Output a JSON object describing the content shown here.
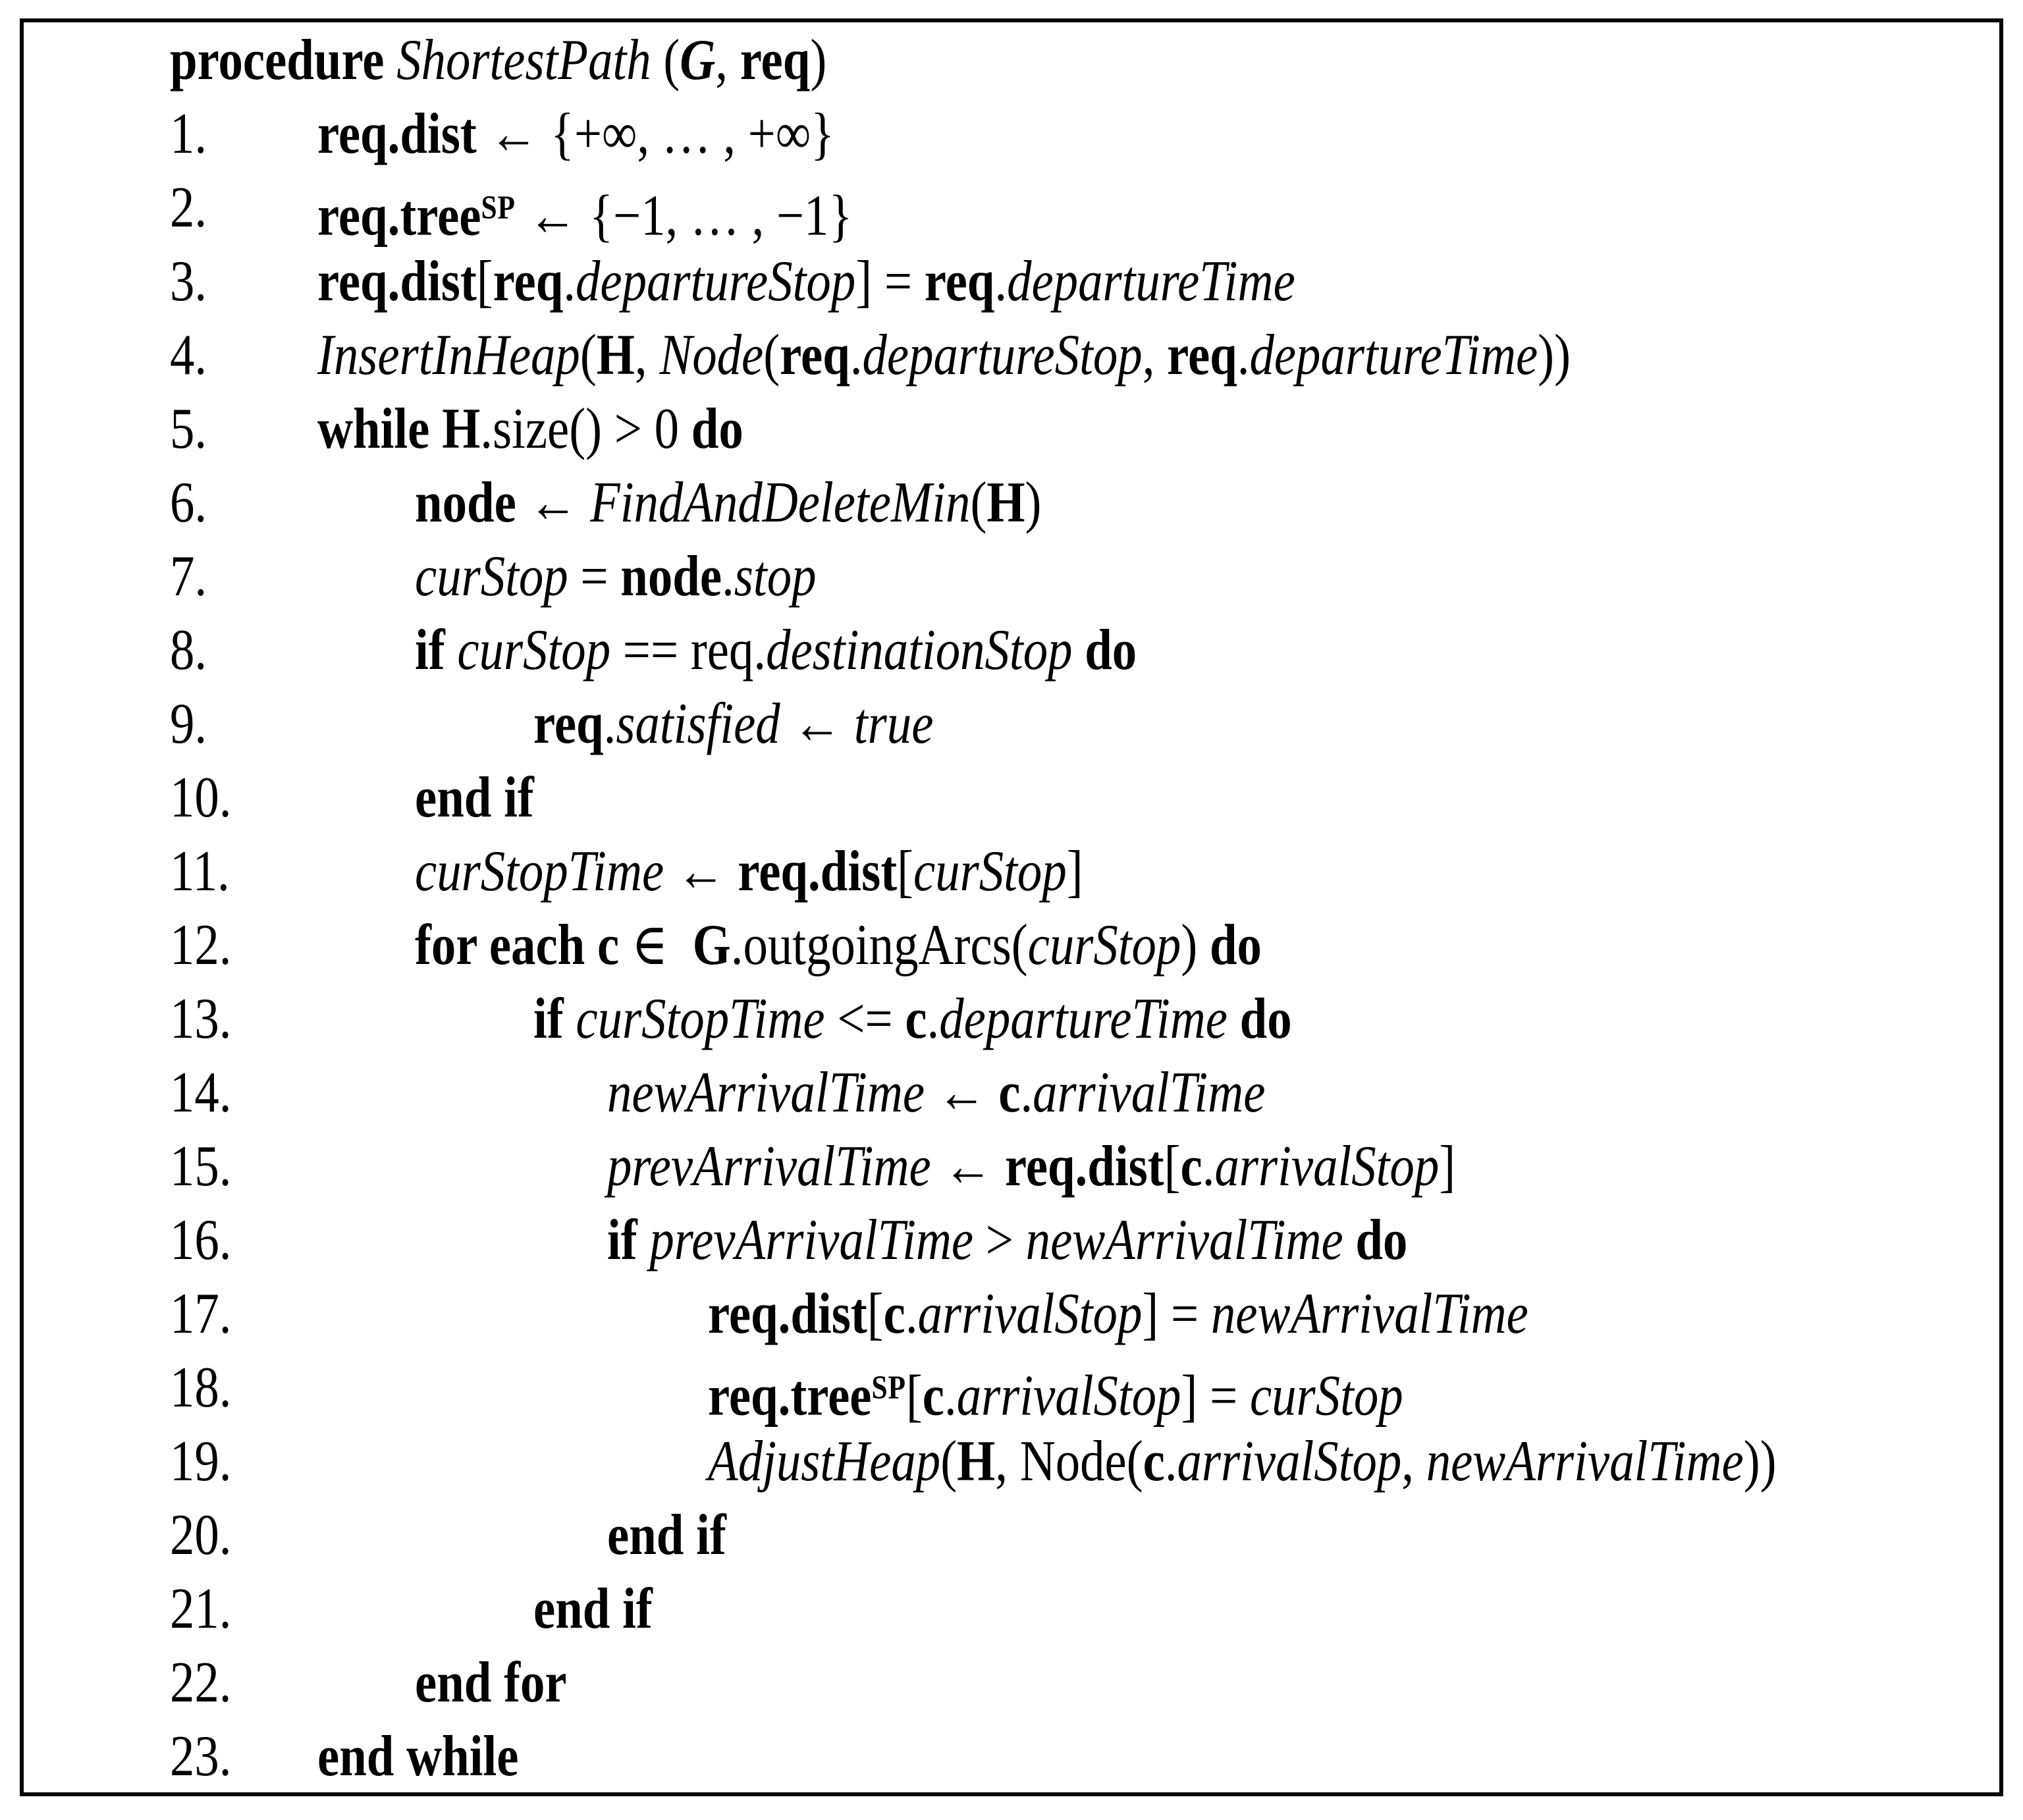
{
  "figure": {
    "type": "algorithm-pseudocode",
    "algorithm_name": "ShortestPath",
    "colors": {
      "background": "#ffffff",
      "border": "#000000",
      "text": "#000000"
    },
    "lines": [
      {
        "num": "",
        "indent": 0,
        "segs": [
          [
            "b",
            "procedure "
          ],
          [
            "i",
            "ShortestPath"
          ],
          [
            "r",
            " ("
          ],
          [
            "bi",
            "G"
          ],
          [
            "r",
            ", "
          ],
          [
            "b",
            "req"
          ],
          [
            "r",
            ")"
          ]
        ]
      },
      {
        "num": "1.",
        "indent": 1,
        "segs": [
          [
            "b",
            "req.dist"
          ],
          [
            "r",
            " ← {+∞, … , +∞}"
          ]
        ]
      },
      {
        "num": "2.",
        "indent": 1,
        "segs": [
          [
            "b",
            "req.tree"
          ],
          [
            "bs",
            "SP"
          ],
          [
            "r",
            " ← {−1, … , −1}"
          ]
        ]
      },
      {
        "num": "3.",
        "indent": 1,
        "segs": [
          [
            "b",
            "req.dist"
          ],
          [
            "r",
            "["
          ],
          [
            "b",
            "req"
          ],
          [
            "r",
            "."
          ],
          [
            "i",
            "departureStop"
          ],
          [
            "r",
            "] = "
          ],
          [
            "b",
            "req"
          ],
          [
            "r",
            "."
          ],
          [
            "i",
            "departureTime"
          ]
        ]
      },
      {
        "num": "4.",
        "indent": 1,
        "segs": [
          [
            "i",
            "InsertInHeap"
          ],
          [
            "r",
            "("
          ],
          [
            "b",
            "H"
          ],
          [
            "r",
            ", "
          ],
          [
            "i",
            "Node"
          ],
          [
            "r",
            "("
          ],
          [
            "b",
            "req"
          ],
          [
            "r",
            "."
          ],
          [
            "i",
            "departureStop"
          ],
          [
            "r",
            ", "
          ],
          [
            "b",
            "req"
          ],
          [
            "r",
            "."
          ],
          [
            "i",
            "departureTime"
          ],
          [
            "r",
            "))"
          ]
        ]
      },
      {
        "num": "5.",
        "indent": 1,
        "segs": [
          [
            "b",
            "while H"
          ],
          [
            "r",
            ".size() > 0 "
          ],
          [
            "b",
            "do"
          ]
        ]
      },
      {
        "num": "6.",
        "indent": 2,
        "segs": [
          [
            "b",
            "node"
          ],
          [
            "r",
            " ← "
          ],
          [
            "i",
            "FindAndDeleteMin"
          ],
          [
            "r",
            "("
          ],
          [
            "b",
            "H"
          ],
          [
            "r",
            ")"
          ]
        ]
      },
      {
        "num": "7.",
        "indent": 2,
        "segs": [
          [
            "i",
            "curStop"
          ],
          [
            "r",
            " = "
          ],
          [
            "b",
            "node"
          ],
          [
            "r",
            "."
          ],
          [
            "i",
            "stop"
          ]
        ]
      },
      {
        "num": "8.",
        "indent": 2,
        "segs": [
          [
            "b",
            "if "
          ],
          [
            "i",
            "curStop"
          ],
          [
            "r",
            " == req."
          ],
          [
            "i",
            "destinationStop"
          ],
          [
            "b",
            " do"
          ]
        ]
      },
      {
        "num": "9.",
        "indent": 3,
        "segs": [
          [
            "b",
            "req"
          ],
          [
            "r",
            "."
          ],
          [
            "i",
            "satisfied"
          ],
          [
            "r",
            " ← "
          ],
          [
            "i",
            "true"
          ]
        ]
      },
      {
        "num": "10.",
        "indent": 2,
        "segs": [
          [
            "b",
            "end if"
          ]
        ]
      },
      {
        "num": "11.",
        "indent": 2,
        "segs": [
          [
            "i",
            "curStopTime"
          ],
          [
            "r",
            " ← "
          ],
          [
            "b",
            "req.dist"
          ],
          [
            "r",
            "["
          ],
          [
            "i",
            "curStop"
          ],
          [
            "r",
            "]"
          ]
        ]
      },
      {
        "num": "12.",
        "indent": 2,
        "segs": [
          [
            "b",
            "for each c"
          ],
          [
            "r",
            " ∈  "
          ],
          [
            "b",
            "G"
          ],
          [
            "r",
            ".outgoingArcs("
          ],
          [
            "i",
            "curStop"
          ],
          [
            "r",
            ") "
          ],
          [
            "b",
            "do"
          ]
        ]
      },
      {
        "num": "13.",
        "indent": 3,
        "segs": [
          [
            "b",
            "if "
          ],
          [
            "i",
            "curStopTime"
          ],
          [
            "r",
            " <= "
          ],
          [
            "b",
            "c"
          ],
          [
            "r",
            "."
          ],
          [
            "i",
            "departureTime"
          ],
          [
            "b",
            " do"
          ]
        ]
      },
      {
        "num": "14.",
        "indent": 4,
        "segs": [
          [
            "i",
            "newArrivalTime"
          ],
          [
            "r",
            " ← "
          ],
          [
            "b",
            "c"
          ],
          [
            "r",
            "."
          ],
          [
            "i",
            "arrivalTime"
          ]
        ]
      },
      {
        "num": "15.",
        "indent": 4,
        "segs": [
          [
            "i",
            "prevArrivalTime"
          ],
          [
            "r",
            " ← "
          ],
          [
            "b",
            "req.dist"
          ],
          [
            "r",
            "["
          ],
          [
            "b",
            "c"
          ],
          [
            "r",
            "."
          ],
          [
            "i",
            "arrivalStop"
          ],
          [
            "r",
            "]"
          ]
        ]
      },
      {
        "num": "16.",
        "indent": 4,
        "segs": [
          [
            "b",
            "if "
          ],
          [
            "i",
            "prevArrivalTime"
          ],
          [
            "r",
            " > "
          ],
          [
            "i",
            "newArrivalTime"
          ],
          [
            "b",
            " do"
          ]
        ]
      },
      {
        "num": "17.",
        "indent": 5,
        "segs": [
          [
            "b",
            "req.dist"
          ],
          [
            "r",
            "["
          ],
          [
            "b",
            "c"
          ],
          [
            "r",
            "."
          ],
          [
            "i",
            "arrivalStop"
          ],
          [
            "r",
            "] = "
          ],
          [
            "i",
            "newArrivalTime"
          ]
        ]
      },
      {
        "num": "18.",
        "indent": 5,
        "segs": [
          [
            "b",
            "req.tree"
          ],
          [
            "bs",
            "SP"
          ],
          [
            "r",
            "["
          ],
          [
            "b",
            "c"
          ],
          [
            "r",
            "."
          ],
          [
            "i",
            "arrivalStop"
          ],
          [
            "r",
            "] = "
          ],
          [
            "i",
            "curStop"
          ]
        ]
      },
      {
        "num": "19.",
        "indent": 5,
        "segs": [
          [
            "i",
            "AdjustHeap"
          ],
          [
            "r",
            "("
          ],
          [
            "b",
            "H"
          ],
          [
            "r",
            ", Node("
          ],
          [
            "b",
            "c"
          ],
          [
            "r",
            "."
          ],
          [
            "i",
            "arrivalStop"
          ],
          [
            "r",
            ", "
          ],
          [
            "i",
            "newArrivalTime"
          ],
          [
            "r",
            "))"
          ]
        ]
      },
      {
        "num": "20.",
        "indent": 4,
        "segs": [
          [
            "b",
            "end if"
          ]
        ]
      },
      {
        "num": "21.",
        "indent": 3,
        "segs": [
          [
            "b",
            "end if"
          ]
        ]
      },
      {
        "num": "22.",
        "indent": 2,
        "segs": [
          [
            "b",
            "end for"
          ]
        ]
      },
      {
        "num": "23.",
        "indent": 1,
        "segs": [
          [
            "b",
            "end while"
          ]
        ]
      }
    ]
  }
}
